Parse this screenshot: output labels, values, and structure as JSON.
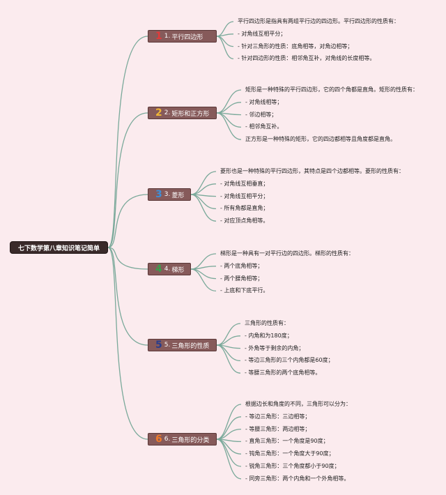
{
  "colors": {
    "background": "#fbebee",
    "branch": "#7aa99a",
    "topic_fill": "#865a5a",
    "root_fill": "#3a2a2a"
  },
  "root": {
    "label": "七下数学第八章知识笔记简单"
  },
  "topics": [
    {
      "number": "1",
      "number_color": "#e23a3a",
      "label": "1. 平行四边形",
      "items": [
        "平行四边形是指具有两组平行边的四边形。平行四边形的性质有：",
        "- 对角线互相平分；",
        "- 针对三角形的性质：底角相等，对角边相等；",
        "- 针对四边形的性质：相邻角互补，对角线的长度相等。"
      ]
    },
    {
      "number": "2",
      "number_color": "#f2b736",
      "label": "2. 矩形和正方形",
      "items": [
        "矩形是一种特殊的平行四边形，它的四个角都是直角。矩形的性质有：",
        "- 对角线相等；",
        "- 邻边相等；",
        "- 相邻角互补。",
        "正方形是一种特殊的矩形，它的四边都相等且角度都是直角。"
      ]
    },
    {
      "number": "3",
      "number_color": "#3f8fd6",
      "label": "3. 菱形",
      "items": [
        "菱形也是一种特殊的平行四边形，其特点是四个边都相等。菱形的性质有：",
        "- 对角线互相垂直；",
        "- 对角线互相平分；",
        "- 所有角都是直角；",
        "- 对应顶点角相等。"
      ]
    },
    {
      "number": "4",
      "number_color": "#3c9c4c",
      "label": "4. 梯形",
      "items": [
        "梯形是一种具有一对平行边的四边形。梯形的性质有：",
        "- 两个底角相等；",
        "- 两个腰角相等；",
        "- 上底和下底平行。"
      ]
    },
    {
      "number": "5",
      "number_color": "#2a3d8c",
      "label": "5. 三角形的性质",
      "items": [
        "三角形的性质有：",
        "- 内角和为180度；",
        "- 外角等于剩余的内角；",
        "- 等边三角形的三个内角都是60度；",
        "- 等腰三角形的两个底角相等。"
      ]
    },
    {
      "number": "6",
      "number_color": "#ef7a2a",
      "label": "6. 三角形的分类",
      "items": [
        "根据边长和角度的不同，三角形可以分为：",
        "- 等边三角形：三边相等；",
        "- 等腰三角形：两边相等；",
        "- 直角三角形：一个角度是90度；",
        "- 钝角三角形：一个角度大于90度；",
        "- 锐角三角形：三个角度都小于90度；",
        "- 同旁三角形：两个内角和一个外角相等。"
      ]
    }
  ]
}
